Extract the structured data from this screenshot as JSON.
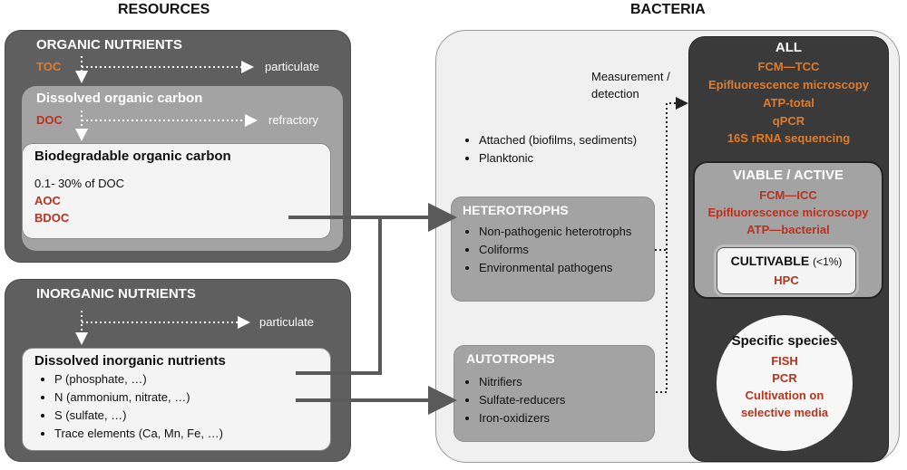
{
  "headings": {
    "resources": "RESOURCES",
    "bacteria": "BACTERIA"
  },
  "organic": {
    "title": "ORGANIC NUTRIENTS",
    "toc": "TOC",
    "particulate": "particulate",
    "doc_box": {
      "title": "Dissolved organic carbon",
      "doc": "DOC",
      "refractory": "refractory",
      "bdoc_box": {
        "title": "Biodegradable organic carbon",
        "fraction": "0.1- 30% of DOC",
        "aoc": "AOC",
        "bdoc": "BDOC"
      }
    }
  },
  "inorganic": {
    "title": "INORGANIC NUTRIENTS",
    "particulate": "particulate",
    "dissolved": {
      "title": "Dissolved inorganic nutrients",
      "items": [
        "P (phosphate, …)",
        "N (ammonium, nitrate, …)",
        "S (sulfate, …)",
        "Trace elements (Ca, Mn, Fe, …)"
      ]
    }
  },
  "bacteria": {
    "habitat": [
      "Attached (biofilms, sediments)",
      "Planktonic"
    ],
    "measurement_label_1": "Measurement /",
    "measurement_label_2": "detection",
    "heterotrophs": {
      "title": "HETEROTROPHS",
      "items": [
        "Non-pathogenic heterotrophs",
        "Coliforms",
        "Environmental pathogens"
      ]
    },
    "autotrophs": {
      "title": "AUTOTROPHS",
      "items": [
        "Nitrifiers",
        "Sulfate-reducers",
        "Iron-oxidizers"
      ]
    }
  },
  "detection": {
    "all": {
      "title": "ALL",
      "methods": [
        "FCM—TCC",
        "Epifluorescence microscopy",
        "ATP-total",
        "qPCR",
        "16S rRNA sequencing"
      ]
    },
    "viable": {
      "title": "VIABLE / ACTIVE",
      "methods": [
        "FCM—ICC",
        "Epifluorescence microscopy",
        "ATP—bacterial"
      ]
    },
    "cultivable": {
      "title": "CULTIVABLE",
      "note": "(<1%)",
      "method": "HPC"
    },
    "specific": {
      "title": "Specific species",
      "methods": [
        "FISH",
        "PCR",
        "Cultivation on",
        "selective media"
      ]
    }
  },
  "colors": {
    "dark": "#5f5f5f",
    "medium": "#a3a3a3",
    "light_panel": "#f0f0f0",
    "darkest": "#3a3a3a",
    "orange": "#e07b2a",
    "red": "#b8321e",
    "connector": "#5a5a5a"
  }
}
